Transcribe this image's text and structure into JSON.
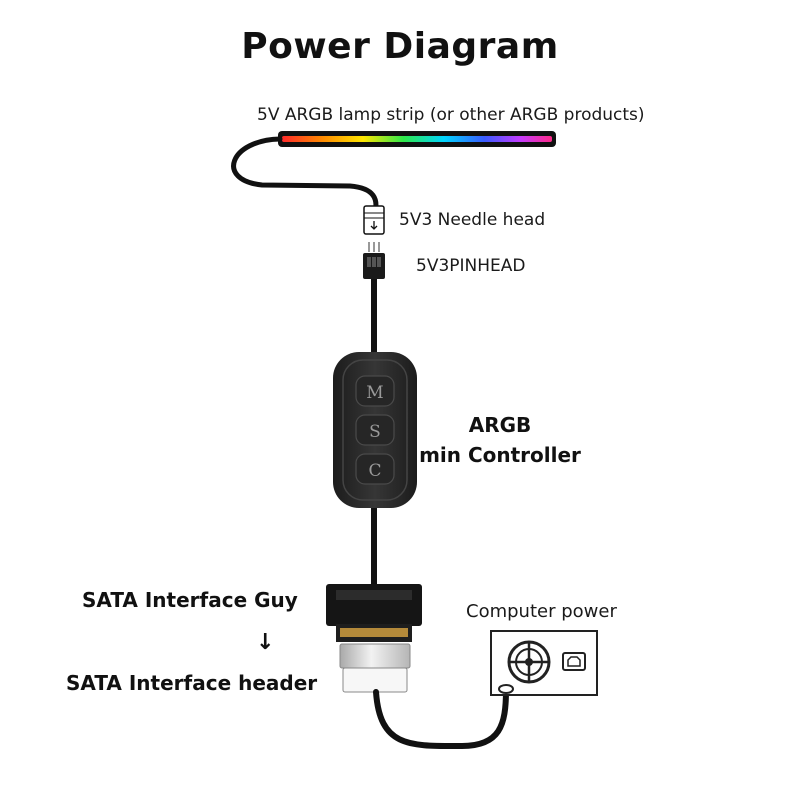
{
  "title": "Power Diagram",
  "labels": {
    "strip": "5V ARGB lamp strip (or other ARGB products)",
    "needle_head": "5V3 Needle head",
    "pinhead": "5V3PINHEAD",
    "controller_line1": "ARGB",
    "controller_line2": "min Controller",
    "sata_guy": "SATA Interface Guy",
    "sata_arrow": "↓",
    "sata_header": "SATA Interface header",
    "computer_power": "Computer power"
  },
  "controller_buttons": [
    "M",
    "S",
    "C"
  ],
  "colors": {
    "cable": "#111111",
    "controller_body": "#2b2b2b",
    "sata_metal": "#c8c8c8",
    "psu_outline": "#222222"
  },
  "icons": [
    "fan-icon",
    "power-socket-icon",
    "down-arrow-icon"
  ]
}
